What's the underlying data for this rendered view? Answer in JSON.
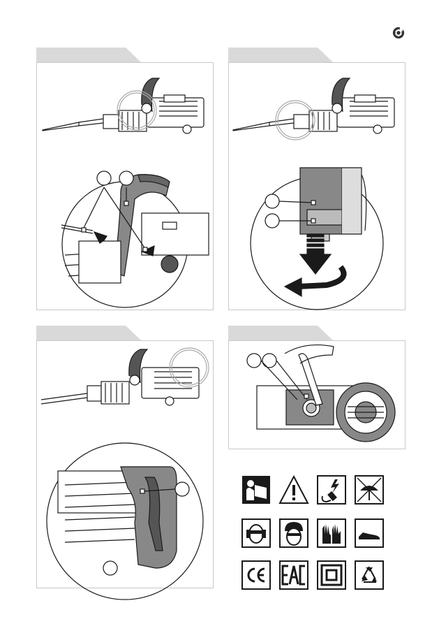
{
  "page": {
    "brand_icon": "wrench-hex-logo-icon"
  },
  "panels": [
    {
      "id": "top-left",
      "step": "handle-attach-bolts",
      "callouts": [
        "",
        ""
      ]
    },
    {
      "id": "top-right",
      "step": "chisel-insert-rotate",
      "callouts": [
        "",
        ""
      ]
    },
    {
      "id": "bottom-left",
      "step": "switch-trigger",
      "callouts": [
        ""
      ]
    },
    {
      "id": "bottom-right",
      "step": "grease-cap-wrench",
      "callouts": [
        "",
        ""
      ]
    }
  ],
  "symbols": [
    {
      "name": "read-manual-icon"
    },
    {
      "name": "warning-triangle-icon"
    },
    {
      "name": "unplug-icon"
    },
    {
      "name": "keep-dry-icon"
    },
    {
      "name": "hearing-eye-protection-icon"
    },
    {
      "name": "head-protection-icon"
    },
    {
      "name": "gloves-icon"
    },
    {
      "name": "safety-shoes-icon"
    },
    {
      "name": "ce-mark-icon"
    },
    {
      "name": "eac-mark-icon"
    },
    {
      "name": "double-insulation-icon"
    },
    {
      "name": "recycling-icon"
    }
  ],
  "colors": {
    "tab": "#d9d9d9",
    "line": "#1a1a1a",
    "panel_border": "#c8c8c8"
  }
}
